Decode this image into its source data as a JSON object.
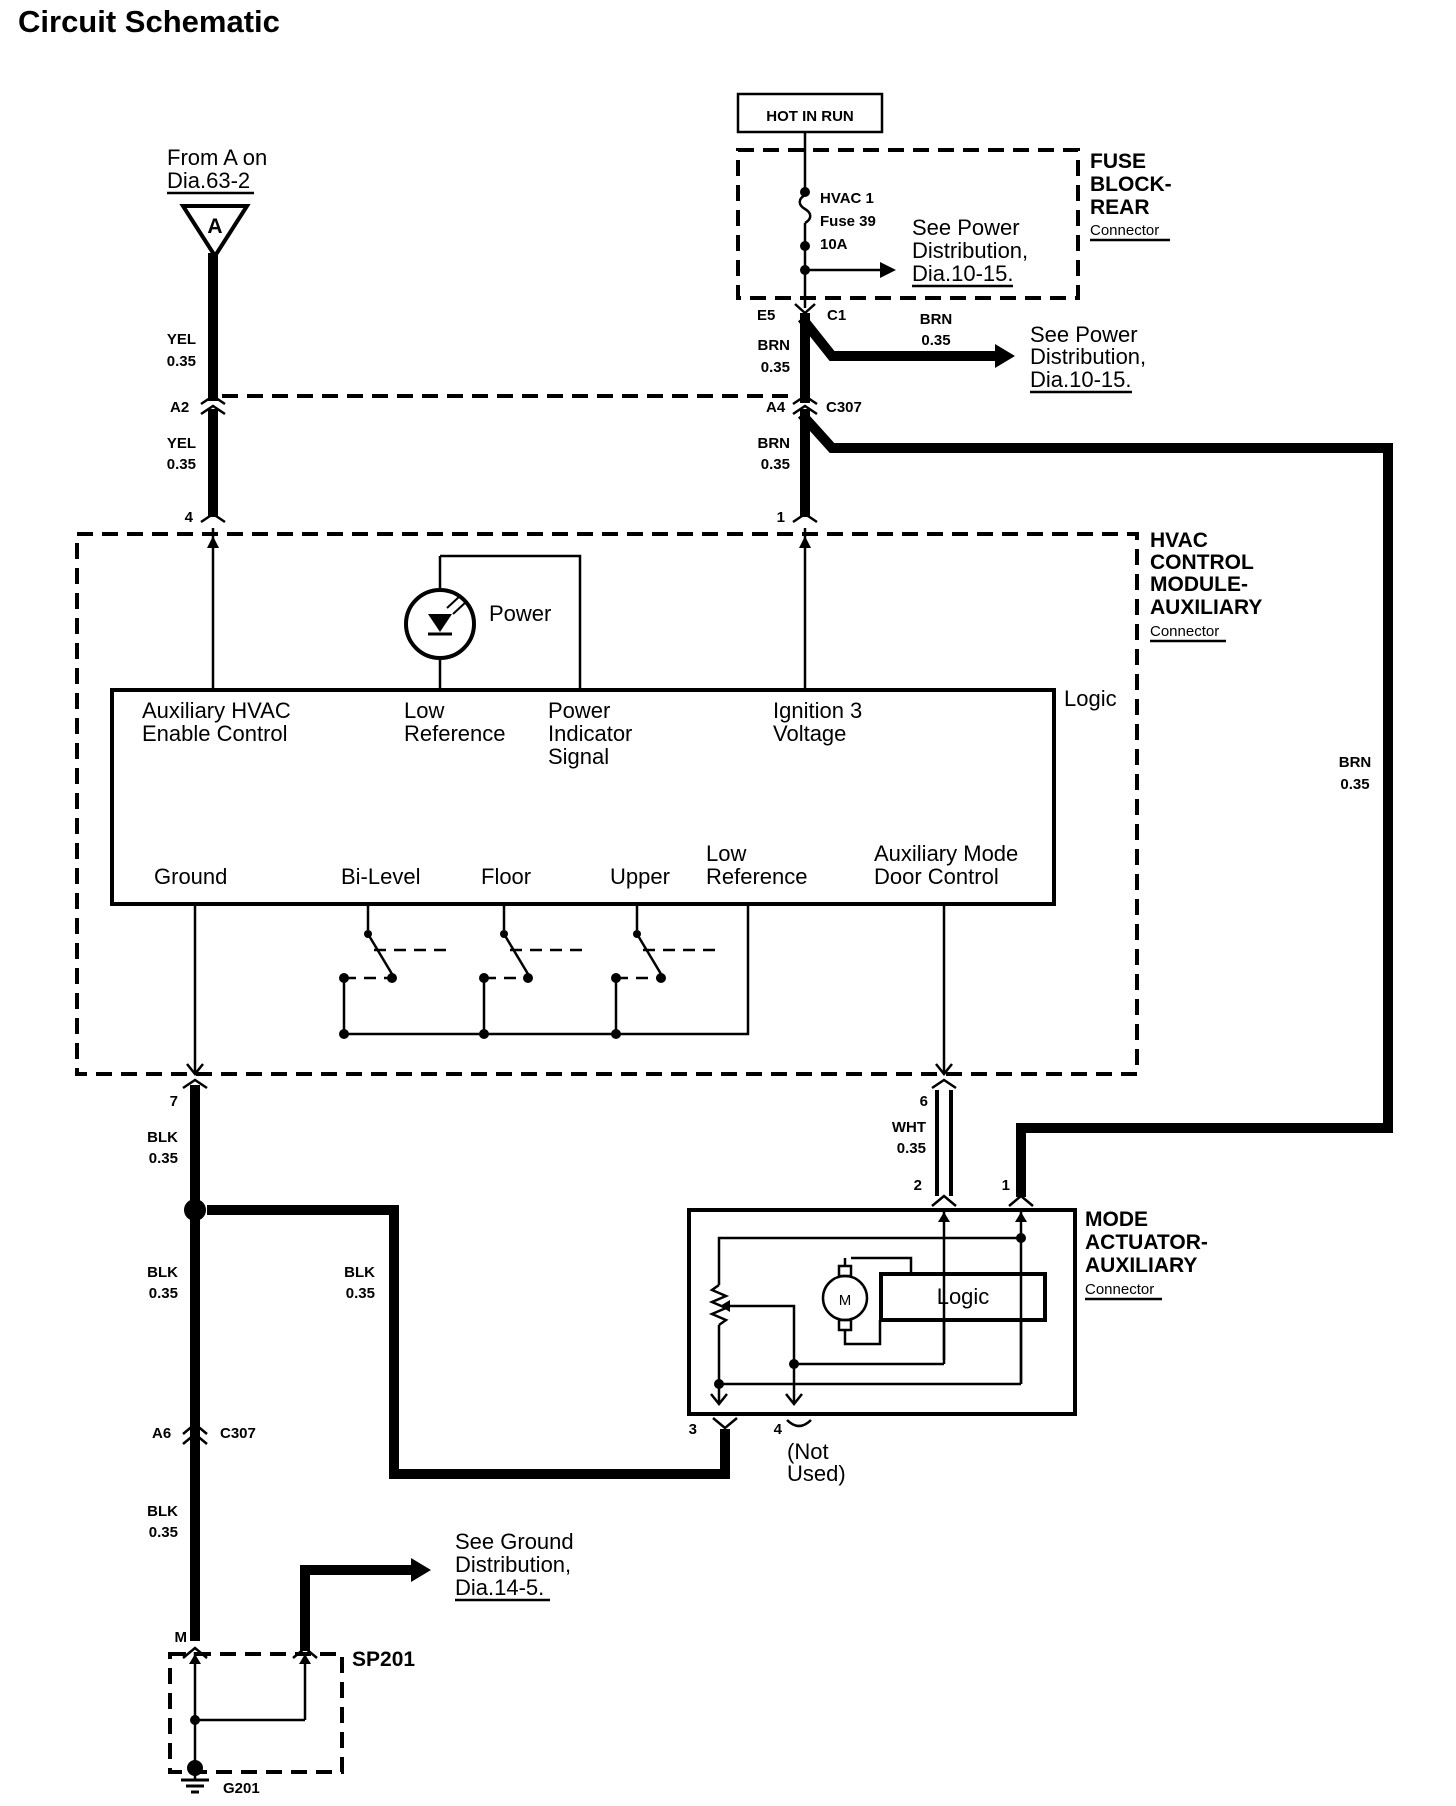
{
  "title": "Circuit Schematic",
  "hot_in_run": "HOT IN RUN",
  "fuse_block": {
    "name_lines": [
      "FUSE",
      "BLOCK-",
      "REAR"
    ],
    "connector": "Connector",
    "fuse_lines": [
      "HVAC 1",
      "Fuse 39",
      "10A"
    ],
    "see_power_1": [
      "See Power",
      "Distribution,",
      "Dia.10-15."
    ],
    "e5": "E5",
    "c1": "C1"
  },
  "from_a": {
    "line1": "From A on",
    "line2": "Dia.63-2",
    "symbol": "A"
  },
  "wires": {
    "yel_1": [
      "YEL",
      "0.35"
    ],
    "yel_2": [
      "YEL",
      "0.35"
    ],
    "brn_1": [
      "BRN",
      "0.35"
    ],
    "brn_2": [
      "BRN",
      "0.35"
    ],
    "brn_branch": [
      "BRN",
      "0.35"
    ],
    "brn_right": [
      "BRN",
      "0.35"
    ],
    "blk_1": [
      "BLK",
      "0.35"
    ],
    "blk_2": [
      "BLK",
      "0.35"
    ],
    "blk_3": [
      "BLK",
      "0.35"
    ],
    "blk_4": [
      "BLK",
      "0.35"
    ],
    "wht": [
      "WHT",
      "0.35"
    ]
  },
  "see_power_2": [
    "See Power",
    "Distribution,",
    "Dia.10-15."
  ],
  "c307_upper": {
    "a2": "A2",
    "a4": "A4",
    "name": "C307"
  },
  "hvac_module": {
    "name_lines": [
      "HVAC",
      "CONTROL",
      "MODULE-",
      "AUXILIARY"
    ],
    "connector": "Connector",
    "pin4": "4",
    "pin1": "1",
    "pin7": "7",
    "pin6": "6",
    "power_label": "Power",
    "logic_label": "Logic",
    "top_labels": {
      "aux_hvac": [
        "Auxiliary HVAC",
        "Enable Control"
      ],
      "low_ref": [
        "Low",
        "Reference"
      ],
      "power_ind": [
        "Power",
        "Indicator",
        "Signal"
      ],
      "ign3": [
        "Ignition 3",
        "Voltage"
      ]
    },
    "bottom_labels": {
      "ground": "Ground",
      "bilevel": "Bi-Level",
      "floor": "Floor",
      "upper": "Upper",
      "low_ref": [
        "Low",
        "Reference"
      ],
      "aux_mode": [
        "Auxiliary Mode",
        "Door Control"
      ]
    }
  },
  "mode_actuator": {
    "name_lines": [
      "MODE",
      "ACTUATOR-",
      "AUXILIARY"
    ],
    "connector": "Connector",
    "logic": "Logic",
    "motor": "M",
    "pin2": "2",
    "pin1": "1",
    "pin3": "3",
    "pin4": "4",
    "not_used": [
      "(Not",
      "Used)"
    ]
  },
  "c307_lower": {
    "a6": "A6",
    "name": "C307"
  },
  "see_ground": [
    "See Ground",
    "Distribution,",
    "Dia.14-5."
  ],
  "splice": {
    "name": "SP201",
    "pin_m": "M",
    "ground": "G201"
  }
}
